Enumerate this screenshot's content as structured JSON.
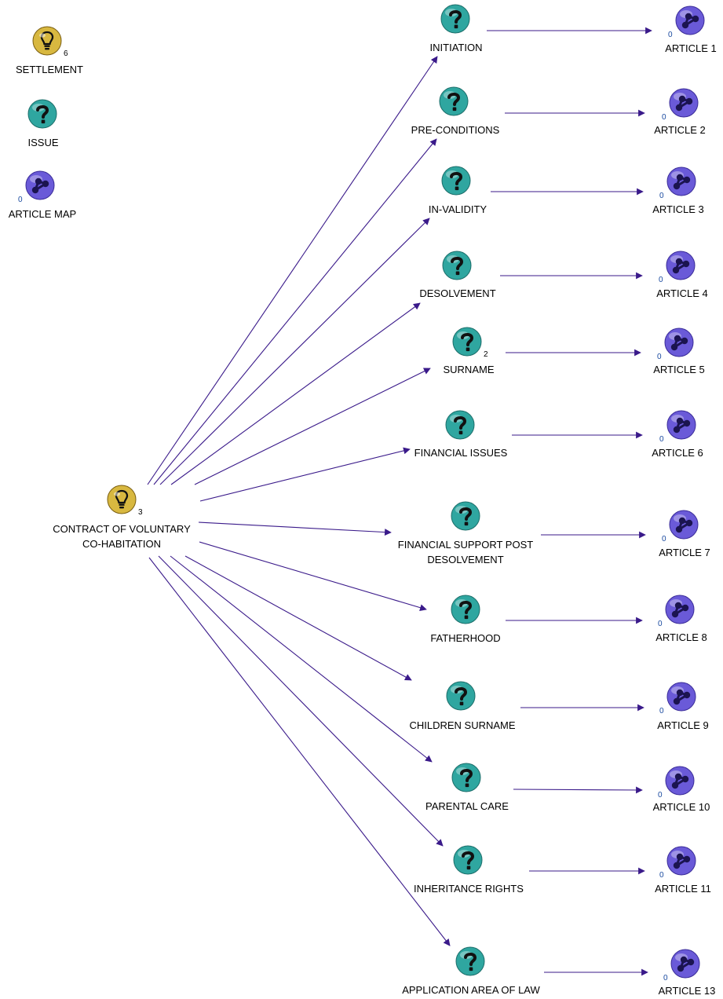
{
  "legend": [
    {
      "id": "legend-settlement",
      "type": "idea",
      "label": "SETTLEMENT",
      "count": "6"
    },
    {
      "id": "legend-issue",
      "type": "question",
      "label": "ISSUE",
      "count": ""
    },
    {
      "id": "legend-article-map",
      "type": "map",
      "label": "ARTICLE MAP",
      "count": "0"
    }
  ],
  "root": {
    "id": "contract",
    "type": "idea",
    "label": "CONTRACT OF VOLUNTARY\nCO-HABITATION",
    "count": "3"
  },
  "issues": [
    {
      "id": "initiation",
      "label": "INITIATION",
      "count": ""
    },
    {
      "id": "pre-conditions",
      "label": "PRE-CONDITIONS",
      "count": ""
    },
    {
      "id": "in-validity",
      "label": "IN-VALIDITY",
      "count": ""
    },
    {
      "id": "desolvement",
      "label": "DESOLVEMENT",
      "count": ""
    },
    {
      "id": "surname",
      "label": "SURNAME",
      "count": "2"
    },
    {
      "id": "financial-issues",
      "label": "FINANCIAL ISSUES",
      "count": ""
    },
    {
      "id": "financial-support",
      "label": "FINANCIAL SUPPORT POST\nDESOLVEMENT",
      "count": ""
    },
    {
      "id": "fatherhood",
      "label": "FATHERHOOD",
      "count": ""
    },
    {
      "id": "children-surname",
      "label": "CHILDREN SURNAME",
      "count": ""
    },
    {
      "id": "parental-care",
      "label": "PARENTAL CARE",
      "count": ""
    },
    {
      "id": "inheritance-rights",
      "label": "INHERITANCE RIGHTS",
      "count": ""
    },
    {
      "id": "application-area",
      "label": "APPLICATION AREA OF LAW",
      "count": ""
    }
  ],
  "articles": [
    {
      "id": "article-1",
      "label": "ARTICLE 1",
      "count": "0"
    },
    {
      "id": "article-2",
      "label": "ARTICLE 2",
      "count": "0"
    },
    {
      "id": "article-3",
      "label": "ARTICLE 3",
      "count": "0"
    },
    {
      "id": "article-4",
      "label": "ARTICLE 4",
      "count": "0"
    },
    {
      "id": "article-5",
      "label": "ARTICLE 5",
      "count": "0"
    },
    {
      "id": "article-6",
      "label": "ARTICLE 6",
      "count": "0"
    },
    {
      "id": "article-7",
      "label": "ARTICLE 7",
      "count": "0"
    },
    {
      "id": "article-8",
      "label": "ARTICLE 8",
      "count": "0"
    },
    {
      "id": "article-9",
      "label": "ARTICLE 9",
      "count": "0"
    },
    {
      "id": "article-10",
      "label": "ARTICLE 10",
      "count": "0"
    },
    {
      "id": "article-11",
      "label": "ARTICLE 11",
      "count": "0"
    },
    {
      "id": "article-13",
      "label": "ARTICLE 13",
      "count": "0"
    }
  ],
  "edges": [
    {
      "from": "contract",
      "to": "initiation"
    },
    {
      "from": "contract",
      "to": "pre-conditions"
    },
    {
      "from": "contract",
      "to": "in-validity"
    },
    {
      "from": "contract",
      "to": "desolvement"
    },
    {
      "from": "contract",
      "to": "surname"
    },
    {
      "from": "contract",
      "to": "financial-issues"
    },
    {
      "from": "contract",
      "to": "financial-support"
    },
    {
      "from": "contract",
      "to": "fatherhood"
    },
    {
      "from": "contract",
      "to": "children-surname"
    },
    {
      "from": "contract",
      "to": "parental-care"
    },
    {
      "from": "contract",
      "to": "inheritance-rights"
    },
    {
      "from": "contract",
      "to": "application-area"
    },
    {
      "from": "initiation",
      "to": "article-1"
    },
    {
      "from": "pre-conditions",
      "to": "article-2"
    },
    {
      "from": "in-validity",
      "to": "article-3"
    },
    {
      "from": "desolvement",
      "to": "article-4"
    },
    {
      "from": "surname",
      "to": "article-5"
    },
    {
      "from": "financial-issues",
      "to": "article-6"
    },
    {
      "from": "financial-support",
      "to": "article-7"
    },
    {
      "from": "fatherhood",
      "to": "article-8"
    },
    {
      "from": "children-surname",
      "to": "article-9"
    },
    {
      "from": "parental-care",
      "to": "article-10"
    },
    {
      "from": "inheritance-rights",
      "to": "article-11"
    },
    {
      "from": "application-area",
      "to": "article-13"
    }
  ],
  "colors": {
    "edge": "#3a1a8a",
    "idea": "#d8b840",
    "question": "#2fa6a0",
    "map": "#6a5ad8"
  },
  "icons": {
    "idea": "lightbulb-icon",
    "question": "question-icon",
    "map": "map-icon"
  }
}
